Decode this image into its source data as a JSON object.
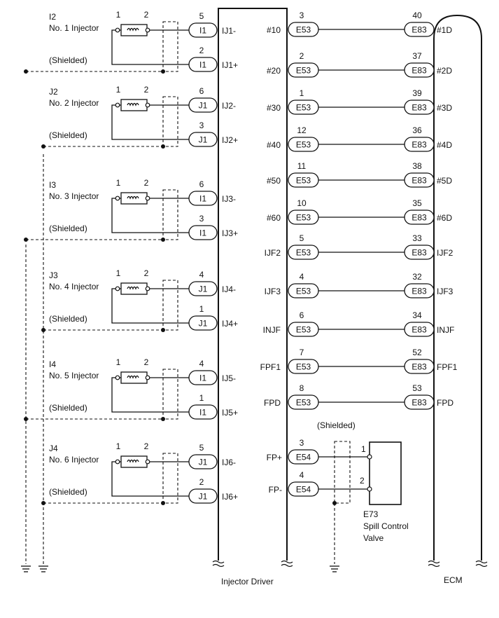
{
  "injectors": [
    {
      "id": "I2",
      "name": "No. 1 Injector",
      "pin_a": "1",
      "pin_b": "2",
      "shield": "(Shielded)",
      "conn_top": "I1",
      "pin_top": "5",
      "term_top": "IJ1-",
      "conn_bot": "I1",
      "pin_bot": "2",
      "term_bot": "IJ1+"
    },
    {
      "id": "J2",
      "name": "No. 2 Injector",
      "pin_a": "1",
      "pin_b": "2",
      "shield": "(Shielded)",
      "conn_top": "J1",
      "pin_top": "6",
      "term_top": "IJ2-",
      "conn_bot": "J1",
      "pin_bot": "3",
      "term_bot": "IJ2+"
    },
    {
      "id": "I3",
      "name": "No. 3 Injector",
      "pin_a": "1",
      "pin_b": "2",
      "shield": "(Shielded)",
      "conn_top": "I1",
      "pin_top": "6",
      "term_top": "IJ3-",
      "conn_bot": "I1",
      "pin_bot": "3",
      "term_bot": "IJ3+"
    },
    {
      "id": "J3",
      "name": "No. 4 Injector",
      "pin_a": "1",
      "pin_b": "2",
      "shield": "(Shielded)",
      "conn_top": "J1",
      "pin_top": "4",
      "term_top": "IJ4-",
      "conn_bot": "J1",
      "pin_bot": "1",
      "term_bot": "IJ4+"
    },
    {
      "id": "I4",
      "name": "No. 5 Injector",
      "pin_a": "1",
      "pin_b": "2",
      "shield": "(Shielded)",
      "conn_top": "I1",
      "pin_top": "4",
      "term_top": "IJ5-",
      "conn_bot": "I1",
      "pin_bot": "1",
      "term_bot": "IJ5+"
    },
    {
      "id": "J4",
      "name": "No. 6 Injector",
      "pin_a": "1",
      "pin_b": "2",
      "shield": "(Shielded)",
      "conn_top": "J1",
      "pin_top": "5",
      "term_top": "IJ6-",
      "conn_bot": "J1",
      "pin_bot": "2",
      "term_bot": "IJ6+"
    }
  ],
  "signals": [
    {
      "left": "#10",
      "left_conn": "E53",
      "left_pin": "3",
      "right_conn": "E83",
      "right_pin": "40",
      "right": "#1D"
    },
    {
      "left": "#20",
      "left_conn": "E53",
      "left_pin": "2",
      "right_conn": "E83",
      "right_pin": "37",
      "right": "#2D"
    },
    {
      "left": "#30",
      "left_conn": "E53",
      "left_pin": "1",
      "right_conn": "E83",
      "right_pin": "39",
      "right": "#3D"
    },
    {
      "left": "#40",
      "left_conn": "E53",
      "left_pin": "12",
      "right_conn": "E83",
      "right_pin": "36",
      "right": "#4D"
    },
    {
      "left": "#50",
      "left_conn": "E53",
      "left_pin": "11",
      "right_conn": "E83",
      "right_pin": "38",
      "right": "#5D"
    },
    {
      "left": "#60",
      "left_conn": "E53",
      "left_pin": "10",
      "right_conn": "E83",
      "right_pin": "35",
      "right": "#6D"
    },
    {
      "left": "IJF2",
      "left_conn": "E53",
      "left_pin": "5",
      "right_conn": "E83",
      "right_pin": "33",
      "right": "IJF2"
    },
    {
      "left": "IJF3",
      "left_conn": "E53",
      "left_pin": "4",
      "right_conn": "E83",
      "right_pin": "32",
      "right": "IJF3"
    },
    {
      "left": "INJF",
      "left_conn": "E53",
      "left_pin": "6",
      "right_conn": "E83",
      "right_pin": "34",
      "right": "INJF"
    },
    {
      "left": "FPF1",
      "left_conn": "E53",
      "left_pin": "7",
      "right_conn": "E83",
      "right_pin": "52",
      "right": "FPF1"
    },
    {
      "left": "FPD",
      "left_conn": "E53",
      "left_pin": "8",
      "right_conn": "E83",
      "right_pin": "53",
      "right": "FPD"
    }
  ],
  "spill_valve": {
    "shield": "(Shielded)",
    "id": "E73",
    "name_line1": "Spill Control",
    "name_line2": "Valve",
    "pin_1": "1",
    "pin_2": "2",
    "fp_plus": {
      "label": "FP+",
      "conn": "E54",
      "pin": "3"
    },
    "fp_minus": {
      "label": "FP-",
      "conn": "E54",
      "pin": "4"
    }
  },
  "labels": {
    "driver": "Injector Driver",
    "ecm": "ECM"
  }
}
